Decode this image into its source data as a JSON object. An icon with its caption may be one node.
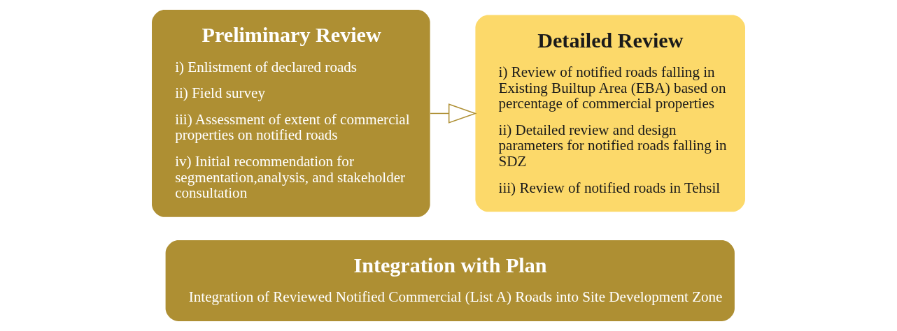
{
  "diagram": {
    "nodes": [
      {
        "text": [
          "Preliminary Review",
          "i) Enlistment of declared roads",
          "ii) Field survey",
          "iii) Assessment of extent of commercial properties on notified roads",
          "iv) Initial recommendation for segmentation,analysis, and stakeholder consultation"
        ]
      },
      {
        "text": [
          "Detailed Review",
          "i) Review of notified roads falling in Existing Builtup Area (EBA) based on percentage of commercial properties",
          "ii) Detailed review and design parameters for notified roads falling in SDZ",
          "iii) Review of notified roads in Tehsil"
        ]
      },
      {
        "text": [
          "Integration with Plan",
          "Integration of Reviewed Notified Commercial (List A) Roads into Site Development Zone"
        ]
      }
    ],
    "edges": [
      {
        "from": 0,
        "to": 1,
        "arrow": "to"
      }
    ]
  }
}
